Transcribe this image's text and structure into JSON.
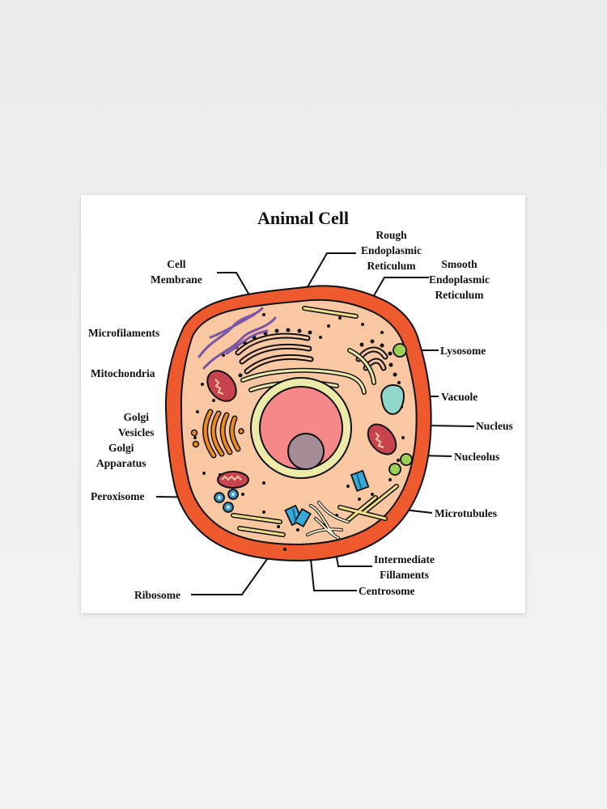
{
  "title": "Animal Cell",
  "labels": {
    "rough_er": [
      "Rough",
      "Endoplasmic",
      "Reticulum"
    ],
    "smooth_er": [
      "Smooth",
      "Endoplasmic",
      "Reticulum"
    ],
    "cell_membrane": [
      "Cell",
      "Membrane"
    ],
    "microfilaments": "Microfilaments",
    "mitochondria": "Mitochondria",
    "golgi_vesicles": [
      "Golgi",
      "Vesicles"
    ],
    "golgi_apparatus": [
      "Golgi",
      "Apparatus"
    ],
    "peroxisome": "Peroxisome",
    "ribosome": "Ribosome",
    "lysosome": "Lysosome",
    "vacuole": "Vacuole",
    "nucleus": "Nucleus",
    "nucleolus": "Nucleolus",
    "microtubules": "Microtubules",
    "intermediate_filaments": [
      "Intermediate",
      "Fillaments"
    ],
    "centrosome": "Centrosome"
  },
  "colors": {
    "membrane": "#ee5a2e",
    "cytoplasm": "#f9c8a2",
    "nuclear_envelope": "#ecebaa",
    "nucleus": "#f7888a",
    "nucleolus": "#a58c98",
    "mitochondria": "#c7444f",
    "golgi": "#ef8a1e",
    "lysosome": "#9bd255",
    "vacuole": "#8fd7c9",
    "peroxisome": "#3a93bf",
    "microfilaments": "#7a55a6",
    "microtubules": "#efe18a",
    "centrosome": "#39a8d6"
  }
}
